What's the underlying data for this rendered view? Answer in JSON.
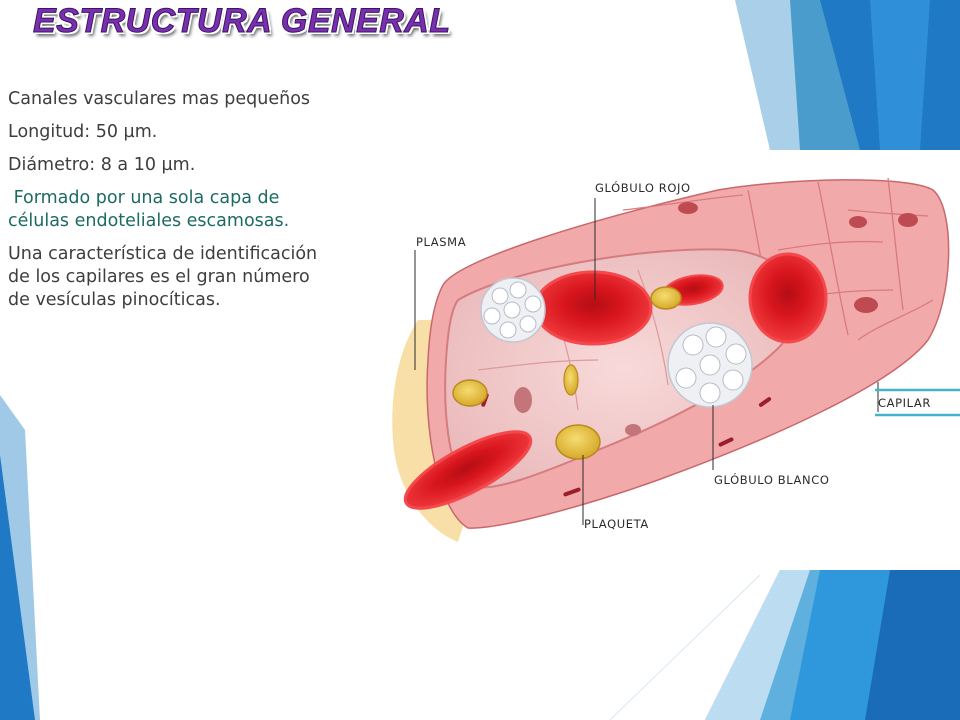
{
  "slide": {
    "title": "ESTRUCTURA GENERAL",
    "paragraphs": [
      {
        "lines": [
          "Canales vasculares mas pequeños"
        ],
        "color": "#3e3e3e"
      },
      {
        "lines": [
          "Longitud: 50 µm."
        ],
        "color": "#3e3e3e"
      },
      {
        "lines": [
          "Diámetro: 8 a 10 µm."
        ],
        "color": "#3e3e3e"
      },
      {
        "lines": [
          " Formado por una sola capa de",
          "células endoteliales escamosas."
        ],
        "color": "#1c6b63"
      },
      {
        "lines": [
          "Una característica de identificación",
          "de los capilares es el gran número",
          "de vesículas pinocíticas."
        ],
        "color": "#3e3e3e"
      }
    ]
  },
  "illustration": {
    "labels": {
      "globulo_rojo": "GLÓBULO ROJO",
      "plasma": "PLASMA",
      "capilar": "CAPILAR",
      "globulo_blanco": "GLÓBULO BLANCO",
      "plaqueta": "PLAQUETA"
    }
  },
  "colors": {
    "title": "#7a2fb0",
    "accent_blue": "#1e7fd0",
    "vessel_wall": "#f2aaaa",
    "red_cell": "#e31b23",
    "platelet": "#e6c23a",
    "label_line": "#44b4c8"
  }
}
